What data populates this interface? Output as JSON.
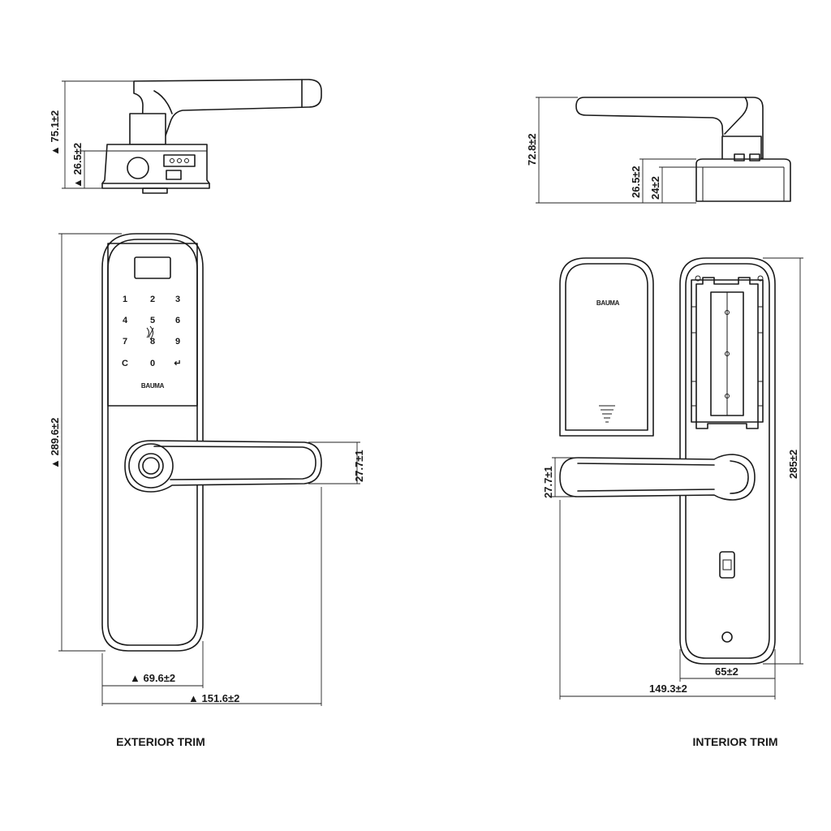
{
  "titles": {
    "exterior": "EXTERIOR TRIM",
    "interior": "INTERIOR TRIM"
  },
  "dimensions": {
    "ext_top_height": "▲ 75.1±2",
    "ext_top_base": "▲ 26.5±2",
    "ext_height": "▲ 289.6±2",
    "ext_handle_thickness": "27.7±1",
    "ext_width": "▲ 69.6±2",
    "ext_total_width": "▲ 151.6±2",
    "int_top_height": "72.8±2",
    "int_top_base": "26.5±2",
    "int_top_inner": "24±2",
    "int_handle_thickness": "27.7±1",
    "int_height": "285±2",
    "int_width": "65±2",
    "int_total_width": "149.3±2"
  },
  "keypad": {
    "keys": [
      "1",
      "2",
      "3",
      "4",
      "5",
      "6",
      "7",
      "8",
      "9",
      "C",
      "0",
      "↵"
    ]
  },
  "brand": "BAUMA"
}
